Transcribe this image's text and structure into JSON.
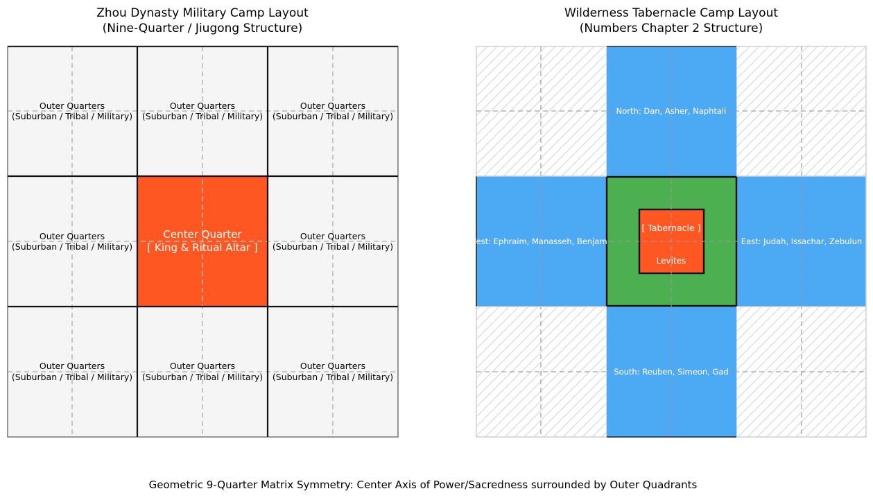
{
  "colors": {
    "outer_fill": "#f5f5f5",
    "center_fill": "#ff5722",
    "arm_fill": "#4caaf5",
    "levite_fill": "#4caf50",
    "tabernacle_fill": "#ff5722",
    "hatch": "#d0d0d0",
    "grid_dash": "#b8b8b8"
  },
  "left_panel": {
    "title_line1": "Zhou Dynasty Military Camp Layout",
    "title_line2": "(Nine-Quarter / Jiugong Structure)",
    "outer_label_line1": "Outer Quarters",
    "outer_label_line2": "(Suburban / Tribal / Military)",
    "center_label_line1": "Center Quarter",
    "center_label_line2": "[ King & Ritual Altar ]"
  },
  "right_panel": {
    "title_line1": "Wilderness Tabernacle Camp Layout",
    "title_line2": "(Numbers Chapter 2 Structure)",
    "north": "North: Dan, Asher, Naphtali",
    "west": "West: Ephraim, Manasseh, Benjamin",
    "east": "East: Judah, Issachar, Zebulun",
    "south": "South: Reuben, Simeon, Gad",
    "tabernacle": "[ Tabernacle ]",
    "levites": "Levites"
  },
  "caption": "Geometric 9-Quarter Matrix Symmetry: Center Axis of Power/Sacredness surrounded by Outer Quadrants"
}
